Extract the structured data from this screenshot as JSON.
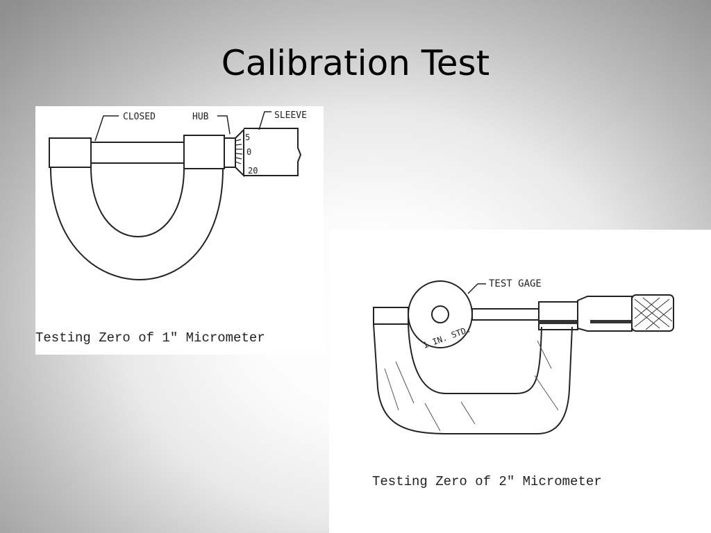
{
  "slide": {
    "title": "Calibration Test"
  },
  "figure1": {
    "labels": {
      "closed": "CLOSED",
      "hub": "HUB",
      "sleeve": "SLEEVE"
    },
    "thimble_numbers": [
      "5",
      "0",
      "20"
    ],
    "caption": "Testing Zero of 1\" Micrometer"
  },
  "figure2": {
    "labels": {
      "test_gage": "TEST GAGE",
      "standard": "1 IN. STD."
    },
    "caption": "Testing Zero of 2\" Micrometer"
  }
}
